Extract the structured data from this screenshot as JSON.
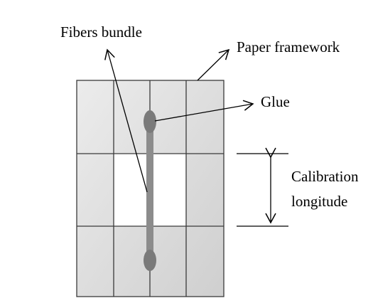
{
  "labels": {
    "fibers_bundle": "Fibers bundle",
    "paper_framework": "Paper framework",
    "glue": "Glue",
    "calibration_line1": "Calibration",
    "calibration_line2": "longitude"
  },
  "colors": {
    "paper_frame_fill": "#d9d9d9",
    "paper_frame_stroke": "#3a3a3a",
    "window_fill": "#ffffff",
    "fiber_fill": "#8c8c8c",
    "glue_fill": "#7a7a7a",
    "line": "#000000"
  }
}
